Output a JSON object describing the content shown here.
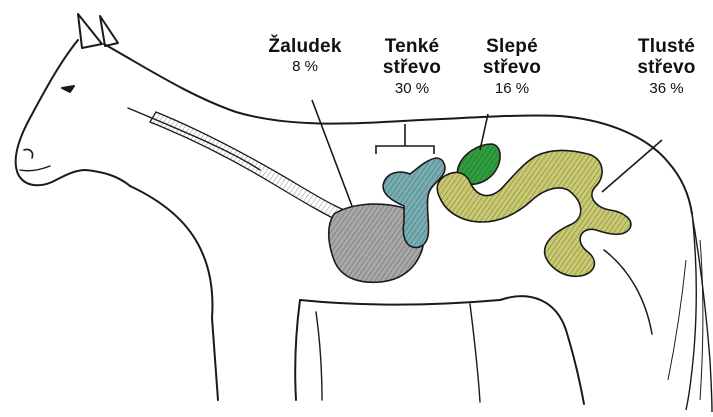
{
  "colors": {
    "stomach": "#a8a8a8",
    "small_intestine": "#77aeb3",
    "cecum": "#2e9e3e",
    "colon": "#c9c96f",
    "colon_upper": "#c3c45a",
    "outline": "#1a1a1a"
  },
  "labels": {
    "stomach": {
      "name": "Žaludek",
      "percent": "8 %"
    },
    "small_intestine": {
      "name_line1": "Tenké",
      "name_line2": "střevo",
      "percent": "30 %"
    },
    "cecum": {
      "name_line1": "Slepé",
      "name_line2": "střevo",
      "percent": "16 %"
    },
    "colon": {
      "name_line1": "Tlusté",
      "name_line2": "střevo",
      "percent": "36 %"
    }
  }
}
